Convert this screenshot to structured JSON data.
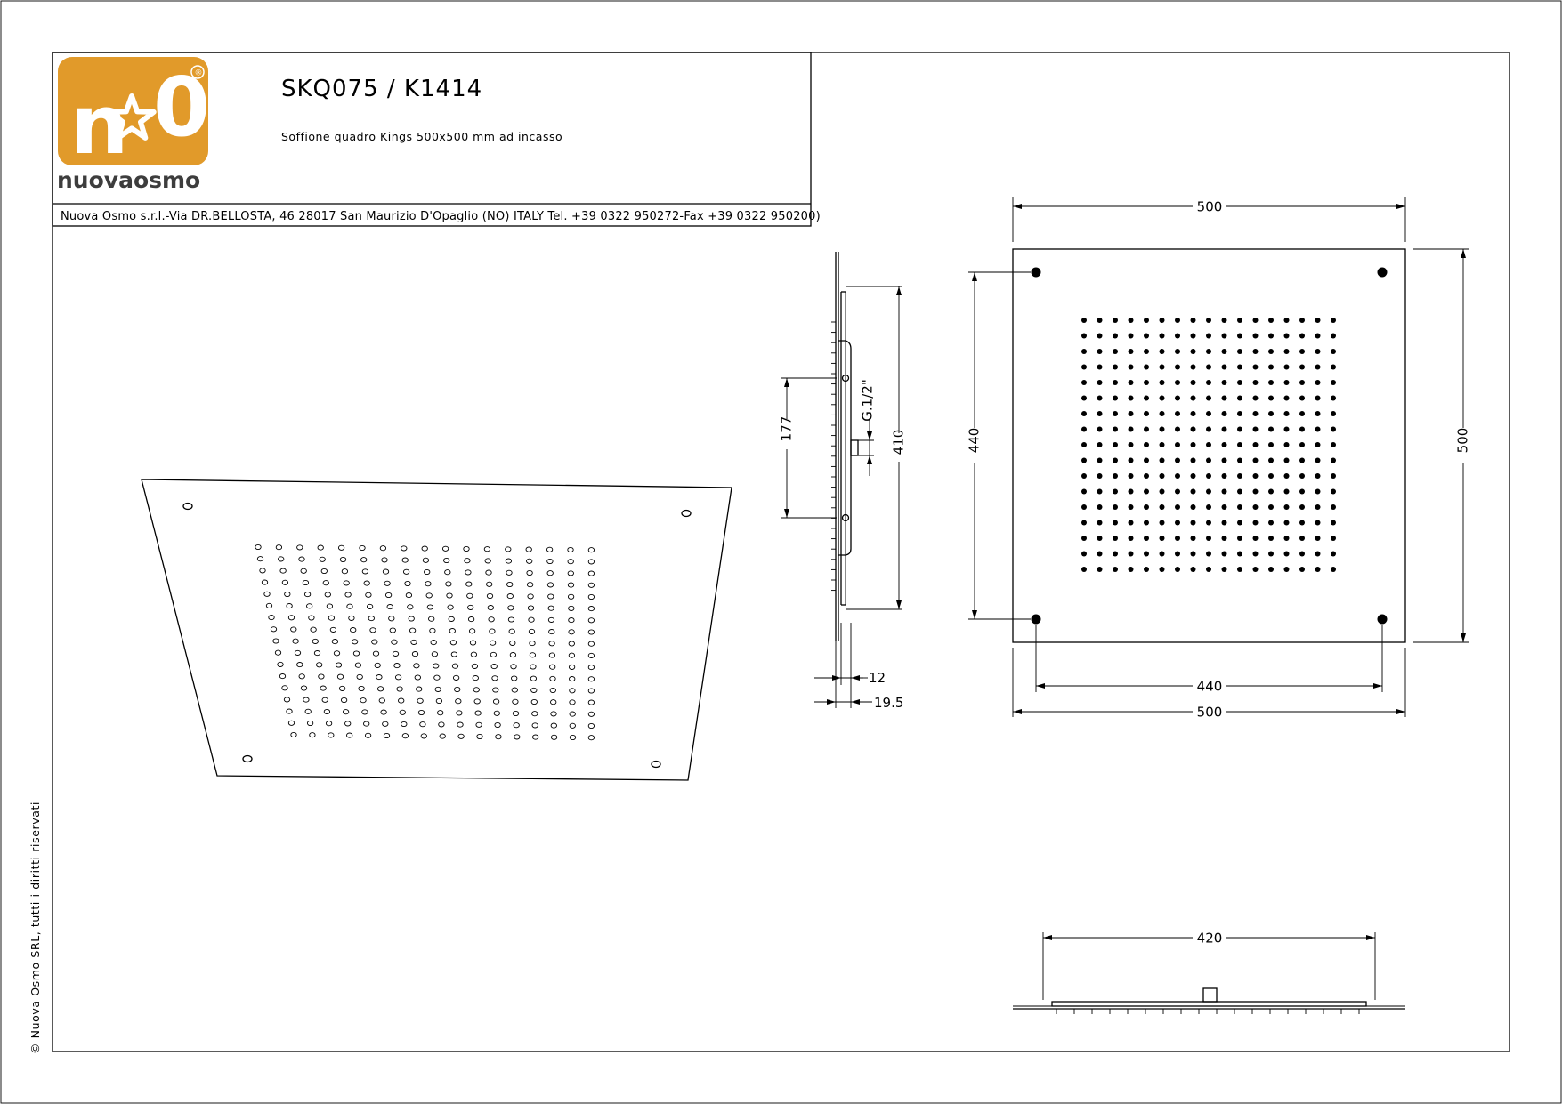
{
  "title_block": {
    "product_code": "SKQ075 / K1414",
    "description": "Soffione quadro Kings 500x500 mm ad incasso",
    "address": "Nuova Osmo s.r.l.-Via DR.BELLOSTA, 46 28017 San Maurizio D'Opaglio (NO) ITALY Tel. +39 0322 950272-Fax +39 0322 950200)"
  },
  "logo": {
    "mark_left": "n",
    "mark_right": "0",
    "registered": "®",
    "brand": "nuovaosmo",
    "colors": {
      "tile": "#E19A2A",
      "brand_text": "#3d3d3d"
    }
  },
  "copyright": "© Nuova Osmo SRL, tutti i diritti riservati",
  "dimensions": {
    "front_top_width": "500",
    "front_left_height": "440",
    "front_right_height": "500",
    "front_holes_spacing": "440",
    "front_bottom_width": "500",
    "side_total_height": "410",
    "side_inlet_offset": "177",
    "side_thread": "G.1/2\"",
    "side_body_depth": "12",
    "side_total_depth": "19.5",
    "bottom_width": "420"
  }
}
